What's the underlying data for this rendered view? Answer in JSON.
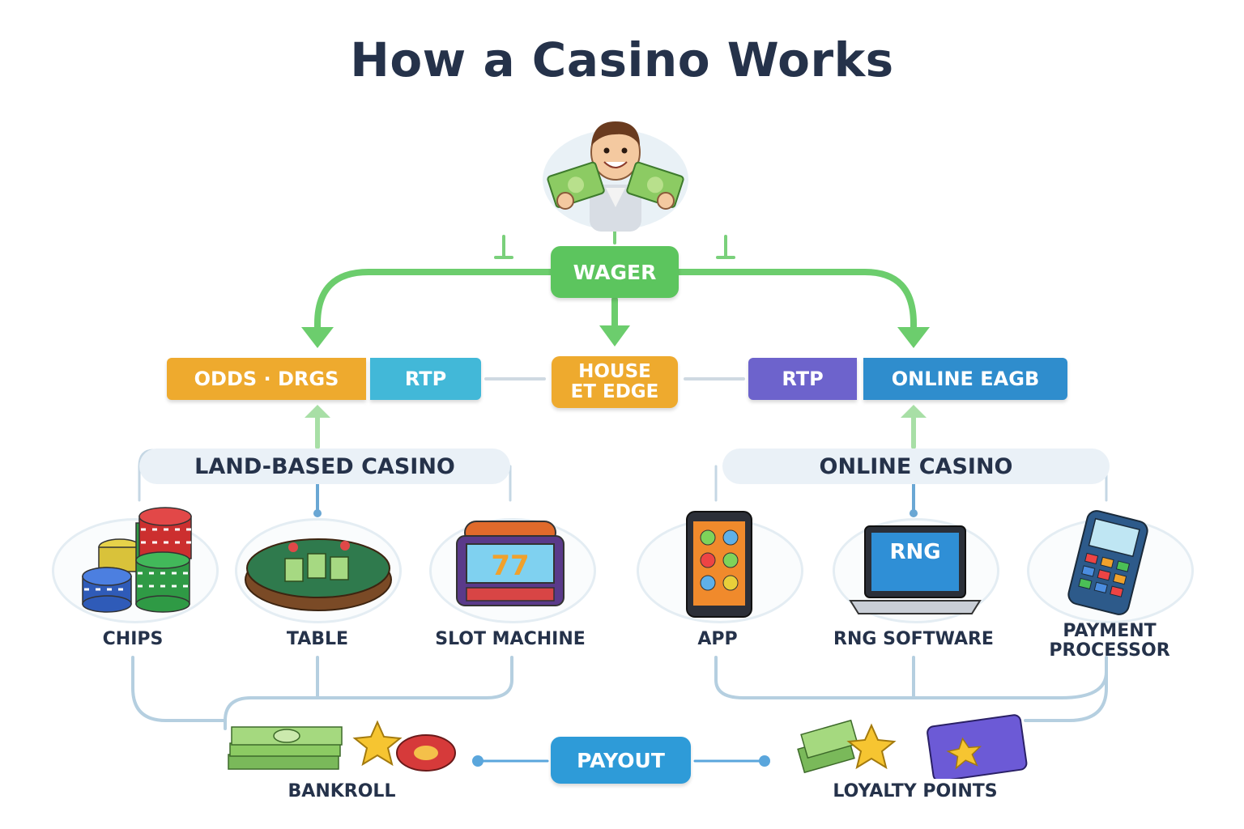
{
  "title": "How a Casino Works",
  "top": {
    "wager": "WAGER"
  },
  "metrics": {
    "odds": "ODDS · DRGS",
    "rtp_left": "RTP",
    "house_edge_line1": "HOUSE",
    "house_edge_line2": "ET EDGE",
    "rtp_right": "RTP",
    "online_edge": "ONLINE EAGB"
  },
  "land_based": {
    "heading": "LAND-BASED CASINO",
    "items": [
      {
        "label": "CHIPS",
        "icon": "chips-icon"
      },
      {
        "label": "TABLE",
        "icon": "table-icon"
      },
      {
        "label": "SLOT MACHINE",
        "icon": "slot-machine-icon"
      }
    ]
  },
  "online": {
    "heading": "ONLINE CASINO",
    "items": [
      {
        "label": "APP",
        "icon": "phone-app-icon"
      },
      {
        "label": "RNG SOFTWARE",
        "icon": "laptop-icon",
        "screen_text": "RNG"
      },
      {
        "label_line1": "PAYMENT",
        "label_line2": "PROCESSOR",
        "icon": "card-terminal-icon"
      }
    ]
  },
  "bottom": {
    "bankroll": "BANKROLL",
    "payout": "PAYOUT",
    "loyalty": "LOYALTY POINTS"
  },
  "colors": {
    "green": "#5cc55e",
    "orange": "#eeaa2e",
    "teal": "#42b8d8",
    "purple": "#6d63cc",
    "blue": "#2f8dcd",
    "navy_text": "#25324a"
  }
}
